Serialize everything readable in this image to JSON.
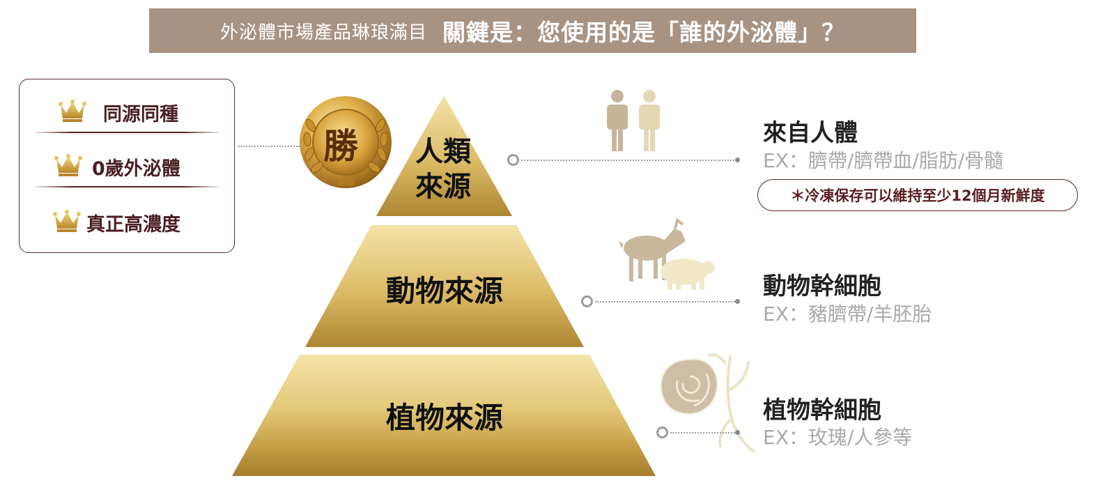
{
  "banner": {
    "subtitle": "外泌體市場產品琳琅滿目",
    "headline": "關鍵是：您使用的是「誰的外泌體」？"
  },
  "legend": {
    "items": [
      {
        "label": "同源同種",
        "icon": "crown-icon"
      },
      {
        "label": "0歲外泌體",
        "icon": "crown-icon"
      },
      {
        "label": "真正高濃度",
        "icon": "crown-icon"
      }
    ]
  },
  "medal": {
    "char": "勝",
    "icon": "laurel-medal-icon"
  },
  "pyramid": {
    "tiers": [
      {
        "label_line1": "人類",
        "label_line2": "來源"
      },
      {
        "label": "動物來源"
      },
      {
        "label": "植物來源"
      }
    ],
    "colors": {
      "light": "#f3e3a7",
      "mid": "#d6b35c",
      "dark": "#a8812f"
    }
  },
  "sources": [
    {
      "title": "來自人體",
      "example": "EX：臍帶/臍帶血/脂肪/骨髓",
      "icon": "human-figures-icon",
      "note": "＊冷凍保存可以維持至少12個月新鮮度"
    },
    {
      "title": "動物幹細胞",
      "example": "EX：豬臍帶/羊胚胎",
      "icon": "goat-pig-icon"
    },
    {
      "title": "植物幹細胞",
      "example": "EX：玫瑰/人參等",
      "icon": "rose-ginseng-icon"
    }
  ]
}
